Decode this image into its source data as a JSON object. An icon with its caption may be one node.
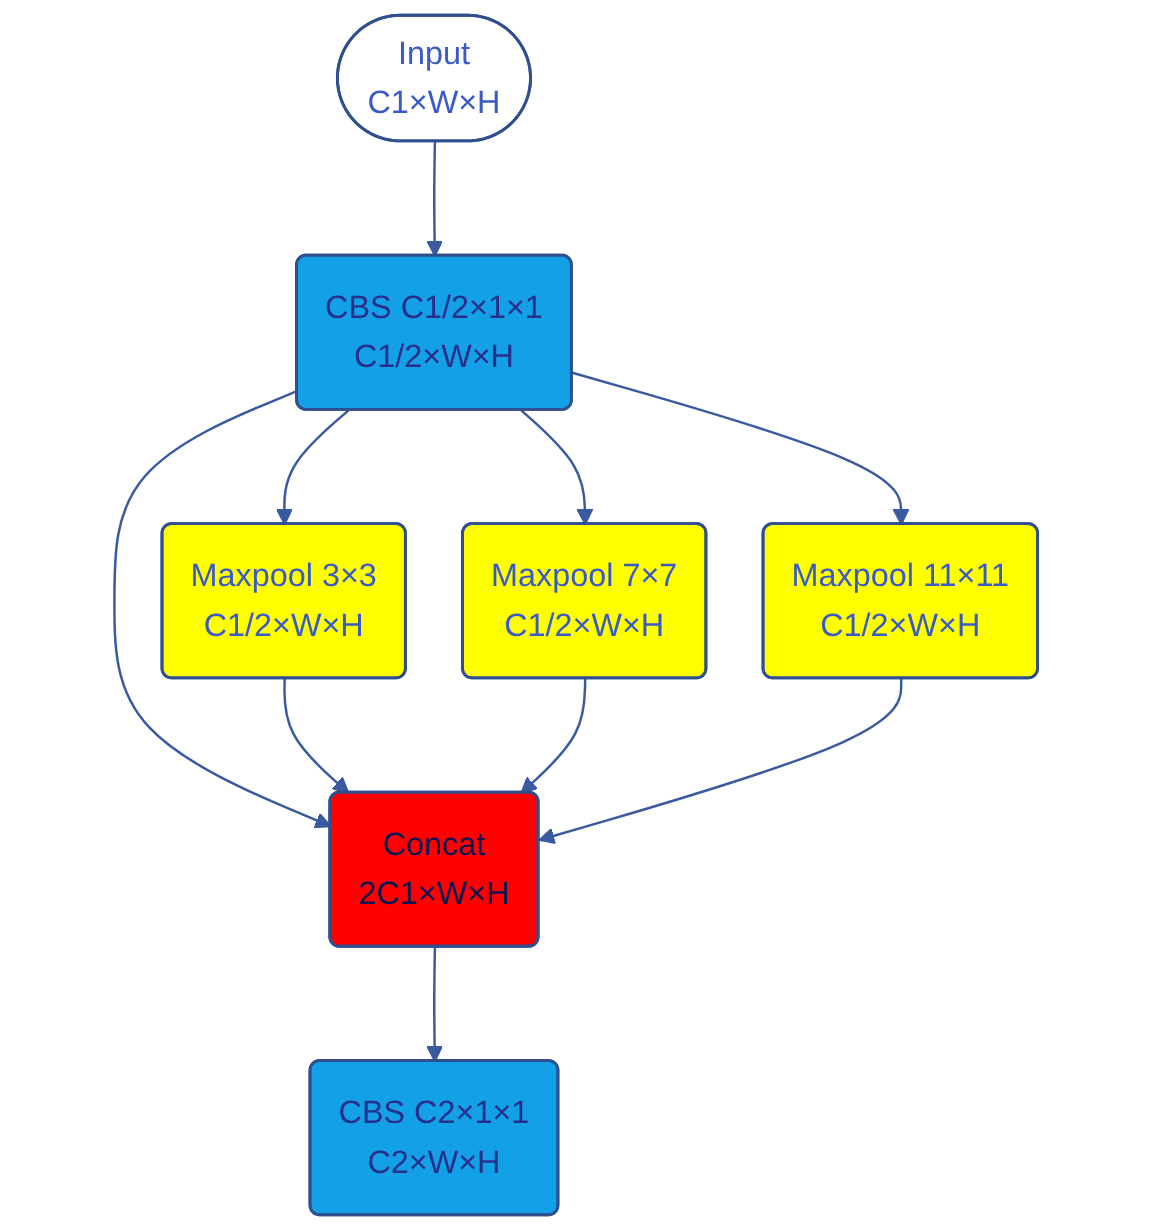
{
  "diagram": {
    "nodes": [
      {
        "text": [
          "Input",
          "C1×W×H"
        ]
      },
      {
        "text": [
          "CBS C1/2×1×1",
          "C1/2×W×H"
        ]
      },
      {
        "text": [
          "Maxpool 3×3",
          "C1/2×W×H"
        ]
      },
      {
        "text": [
          "Maxpool 7×7",
          "C1/2×W×H"
        ]
      },
      {
        "text": [
          "Maxpool 11×11",
          "C1/2×W×H"
        ]
      },
      {
        "text": [
          "Concat",
          "2C1×W×H"
        ]
      },
      {
        "text": [
          "CBS C2×1×1",
          "C2×W×H"
        ]
      }
    ],
    "edges": [
      {
        "from": 0,
        "to": 1,
        "arrow": "to"
      },
      {
        "from": 1,
        "to": 2,
        "arrow": "to"
      },
      {
        "from": 1,
        "to": 3,
        "arrow": "to"
      },
      {
        "from": 1,
        "to": 4,
        "arrow": "to"
      },
      {
        "from": 1,
        "to": 5,
        "arrow": "to"
      },
      {
        "from": 2,
        "to": 5,
        "arrow": "to"
      },
      {
        "from": 3,
        "to": 5,
        "arrow": "to"
      },
      {
        "from": 4,
        "to": 5,
        "arrow": "to"
      },
      {
        "from": 5,
        "to": 6,
        "arrow": "to"
      }
    ]
  }
}
